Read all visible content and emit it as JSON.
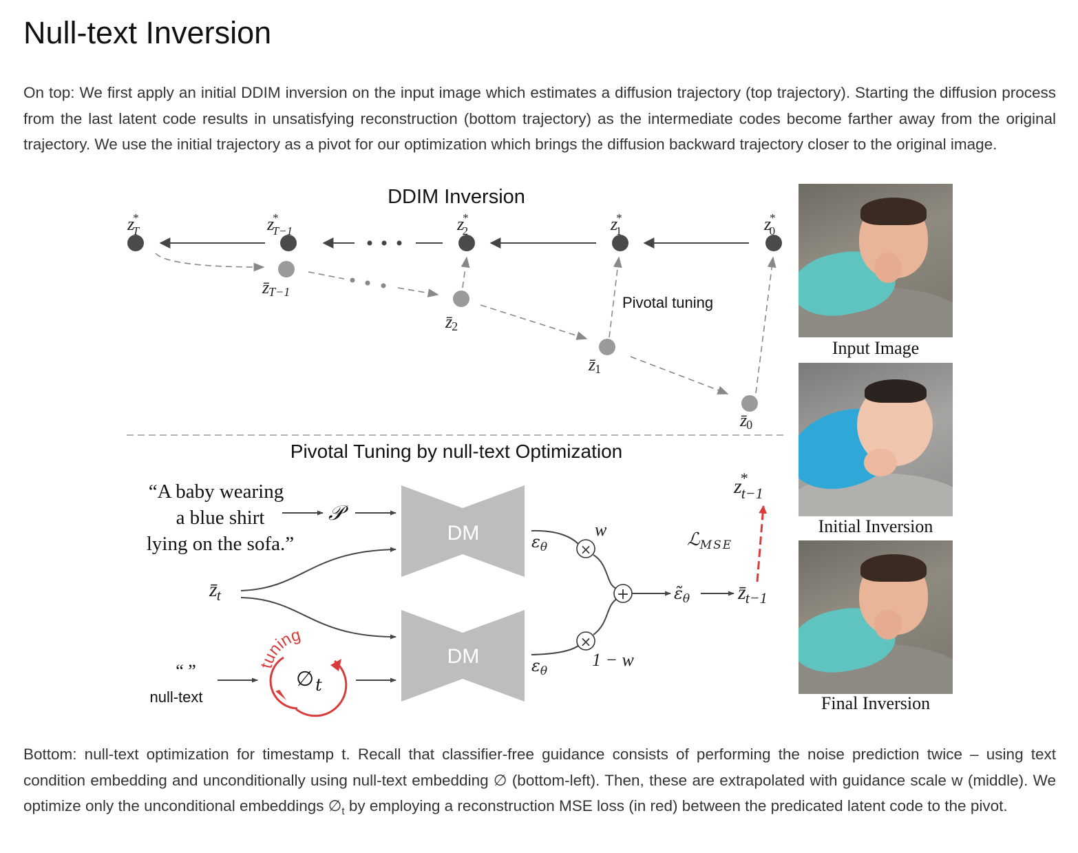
{
  "page": {
    "title": "Null-text Inversion",
    "intro": "On top: We first apply an initial DDIM inversion on the input image which estimates a diffusion trajectory (top trajectory). Starting the diffusion process from the last latent code results in unsatisfying reconstruction (bottom trajectory) as the intermediate codes become farther away from the original trajectory. We use the initial trajectory as a pivot for our optimization which brings the diffusion backward trajectory closer to the original image.",
    "bottom_before": "Bottom: null-text optimization for timestamp t. Recall that classifier-free guidance consists of performing the noise prediction twice – using text condition embedding and unconditionally using null-text embedding ∅ (bottom-left). Then, these are extrapolated with guidance scale w (middle). We optimize only the unconditional embeddings ∅",
    "bottom_sub": "t",
    "bottom_after": " by employing a reconstruction MSE loss (in red) between the predicated latent code to the pivot."
  },
  "figure": {
    "ddim_title": "DDIM Inversion",
    "pivot_title": "Pivotal Tuning by null-text Optimization",
    "pivotal_tuning_label": "Pivotal tuning",
    "top_nodes": [
      {
        "base": "z",
        "sup": "*",
        "sub": "T"
      },
      {
        "base": "z",
        "sup": "*",
        "sub": "T−1"
      },
      {
        "base": "z",
        "sup": "*",
        "sub": "2"
      },
      {
        "base": "z",
        "sup": "*",
        "sub": "1"
      },
      {
        "base": "z",
        "sup": "*",
        "sub": "0"
      }
    ],
    "bottom_nodes": [
      {
        "base": "z̄",
        "sub": "T−1"
      },
      {
        "base": "z̄",
        "sub": "2"
      },
      {
        "base": "z̄",
        "sub": "1"
      },
      {
        "base": "z̄",
        "sub": "0"
      }
    ],
    "prompt_lines": [
      "“A baby wearing",
      "a blue shirt",
      "lying on the sofa.”"
    ],
    "prompt_symbol": "𝒫",
    "null_quotes": "“ ”",
    "null_text_label": "null-text",
    "tuning_label": "tuning",
    "null_embed_base": "∅",
    "null_embed_sub": "t",
    "dm_label": "DM",
    "eps_base": "ε",
    "eps_sub": "θ",
    "eps_tilde_base": "ε̃",
    "zbar_t_base": "z̄",
    "zbar_t_sub": "t",
    "zbar_t1_base": "z̄",
    "zbar_t1_sub": "t−1",
    "zstar_t1_base": "z",
    "zstar_t1_sup": "*",
    "zstar_t1_sub": "t−1",
    "w_label": "w",
    "one_minus_w": "1 − w",
    "loss_base": "ℒ",
    "loss_sub": "MSE",
    "times_symbol": "×",
    "plus_symbol": "+"
  },
  "photos": [
    {
      "caption": "Input Image"
    },
    {
      "caption": "Initial Inversion"
    },
    {
      "caption": "Final Inversion"
    }
  ],
  "colors": {
    "dark_node": "#4a4a4a",
    "light_node": "#9a9a9a",
    "dm_block": "#bdbdbd",
    "tuning_red": "#d93a3a",
    "shirt_teal": "#5fc4bf",
    "shirt_blue": "#2fa8d8"
  }
}
